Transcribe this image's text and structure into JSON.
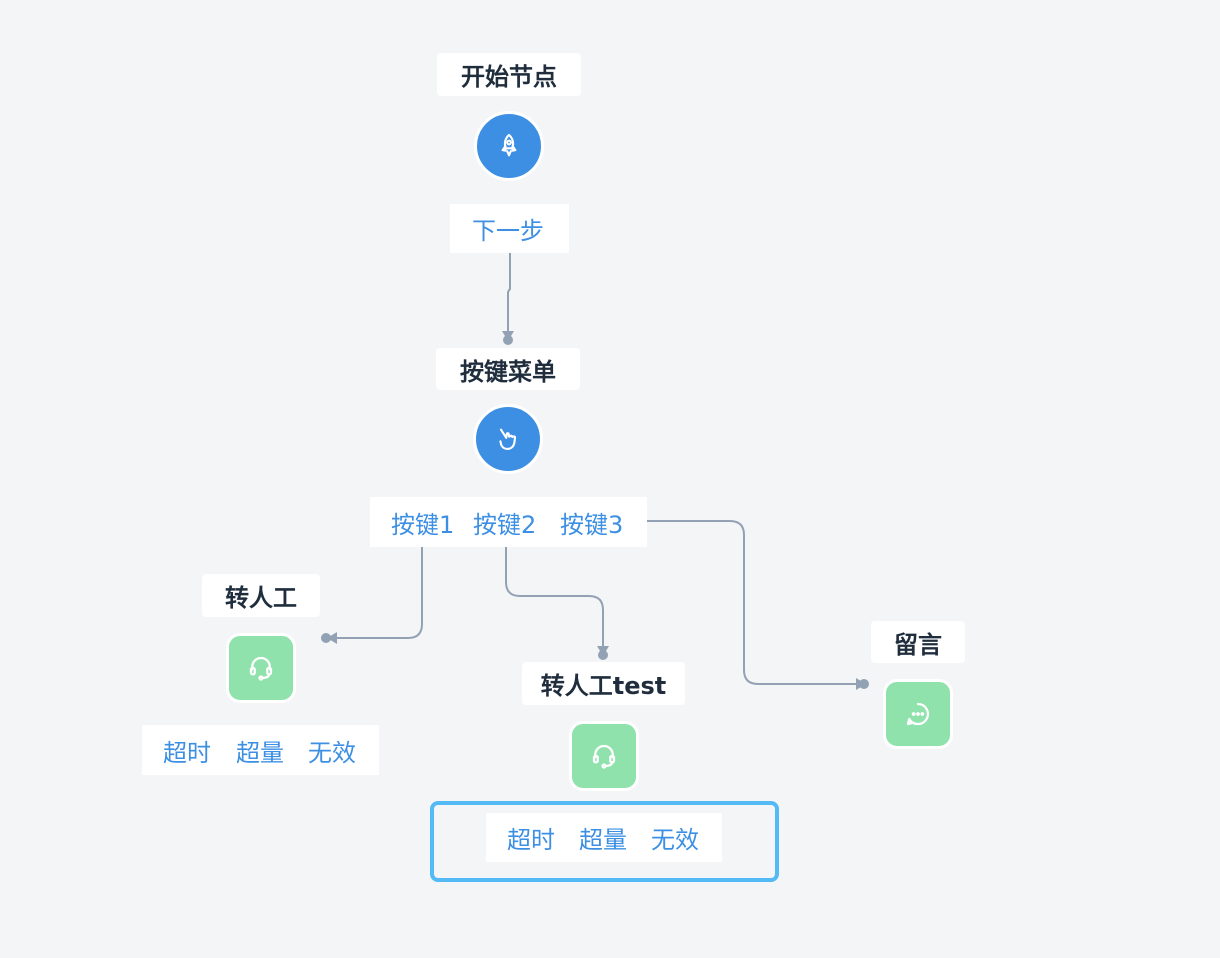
{
  "nodes": {
    "start": {
      "title": "开始节点",
      "icon": "rocket-icon",
      "ports": [
        "下一步"
      ]
    },
    "menu": {
      "title": "按键菜单",
      "icon": "pointer-hand-icon",
      "ports": [
        "按键1",
        "按键2",
        "按键3"
      ]
    },
    "transfer": {
      "title": "转人工",
      "icon": "headset-icon",
      "ports": [
        "超时",
        "超量",
        "无效"
      ]
    },
    "transfer_test": {
      "title": "转人工test",
      "icon": "headset-icon",
      "ports": [
        "超时",
        "超量",
        "无效"
      ]
    },
    "message": {
      "title": "留言",
      "icon": "chat-bubble-icon"
    }
  },
  "colors": {
    "background": "#f3f5f7",
    "node_blue": "#3d8fe3",
    "node_green": "#8fe2ac",
    "edge": "#93a1b4",
    "selection": "#53baf5",
    "title_text": "#1f2d3d",
    "port_text": "#3d8fe3"
  }
}
